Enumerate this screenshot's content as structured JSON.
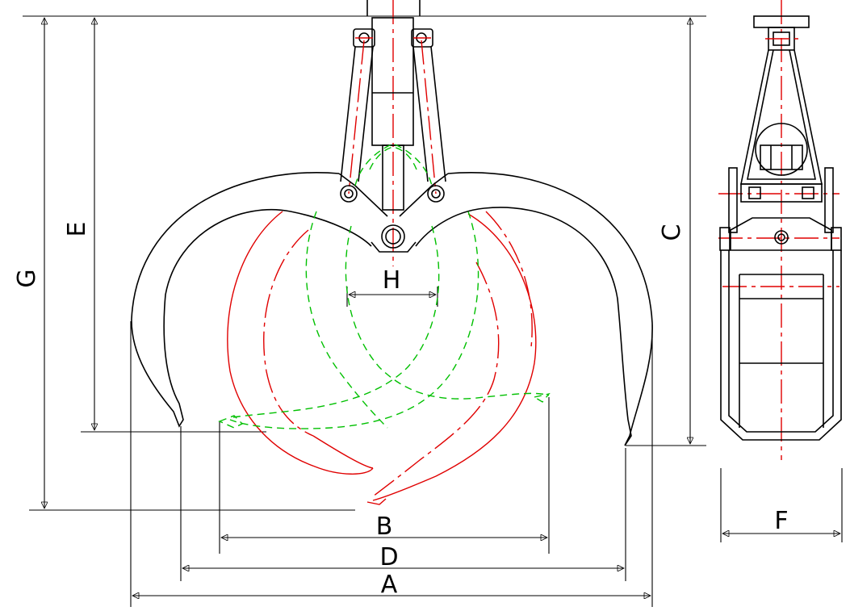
{
  "labels": {
    "A": "A",
    "B": "B",
    "C": "C",
    "D": "D",
    "E": "E",
    "F": "F",
    "G": "G",
    "H": "H"
  },
  "colors": {
    "outline": "#000000",
    "centerline": "#e00000",
    "open_position": "#e00000",
    "closed_position": "#00c000"
  }
}
